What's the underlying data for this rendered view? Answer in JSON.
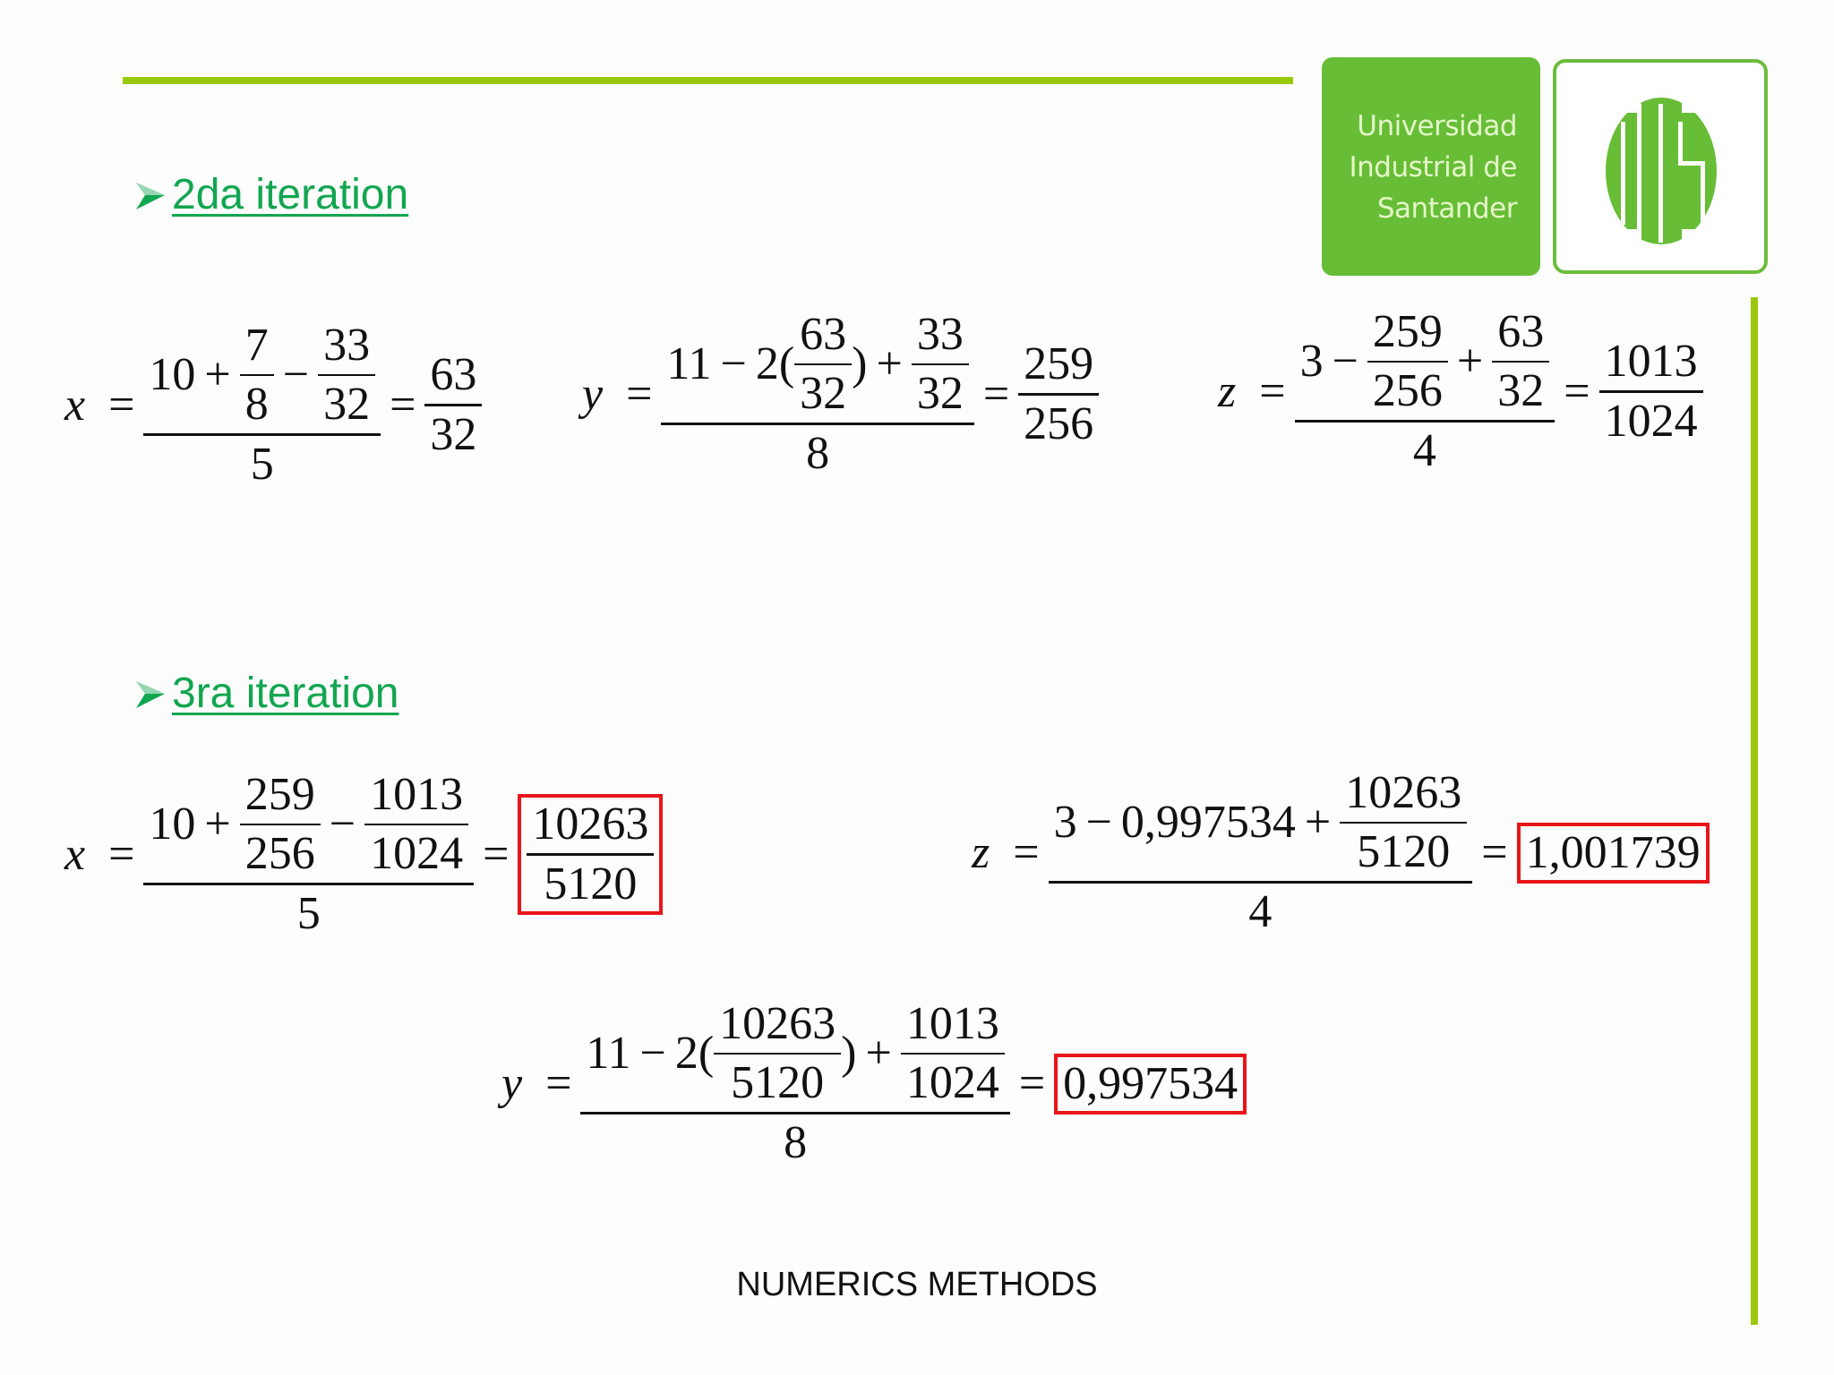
{
  "logo": {
    "name_lines": [
      "Universidad",
      "Industrial de",
      "Santander"
    ],
    "mark": "UIS",
    "colors": {
      "green": "#67bd36",
      "rule": "#99c90a"
    }
  },
  "sections": [
    {
      "heading": "2da iteration",
      "equations": {
        "x": {
          "var": "x",
          "numerator": {
            "lead": "10",
            "op1": "+",
            "f1_num": "7",
            "f1_den": "8",
            "op2": "−",
            "f2_num": "33",
            "f2_den": "32"
          },
          "denominator": "5",
          "result_num": "63",
          "result_den": "32"
        },
        "y": {
          "var": "y",
          "numerator": {
            "lead": "11",
            "op1": "−",
            "coef": "2(",
            "f1_num": "63",
            "f1_den": "32",
            "close": ")",
            "op2": "+",
            "f2_num": "33",
            "f2_den": "32"
          },
          "denominator": "8",
          "result_num": "259",
          "result_den": "256"
        },
        "z": {
          "var": "z",
          "numerator": {
            "lead": "3",
            "op1": "−",
            "f1_num": "259",
            "f1_den": "256",
            "op2": "+",
            "f2_num": "63",
            "f2_den": "32"
          },
          "denominator": "4",
          "result_num": "1013",
          "result_den": "1024"
        }
      }
    },
    {
      "heading": "3ra iteration",
      "equations": {
        "x": {
          "var": "x",
          "numerator": {
            "lead": "10",
            "op1": "+",
            "f1_num": "259",
            "f1_den": "256",
            "op2": "−",
            "f2_num": "1013",
            "f2_den": "1024"
          },
          "denominator": "5",
          "result_num": "10263",
          "result_den": "5120"
        },
        "z": {
          "var": "z",
          "numerator": {
            "lead": "3",
            "op1": "−",
            "value": "0,997534",
            "op2": "+",
            "f2_num": "10263",
            "f2_den": "5120"
          },
          "denominator": "4",
          "result": "1,001739"
        },
        "y": {
          "var": "y",
          "numerator": {
            "lead": "11",
            "op1": "−",
            "coef": "2(",
            "f1_num": "10263",
            "f1_den": "5120",
            "close": ")",
            "op2": "+",
            "f2_num": "1013",
            "f2_den": "1024"
          },
          "denominator": "8",
          "result": "0,997534"
        }
      }
    }
  ],
  "equals": "=",
  "footer": "NUMERICS METHODS"
}
